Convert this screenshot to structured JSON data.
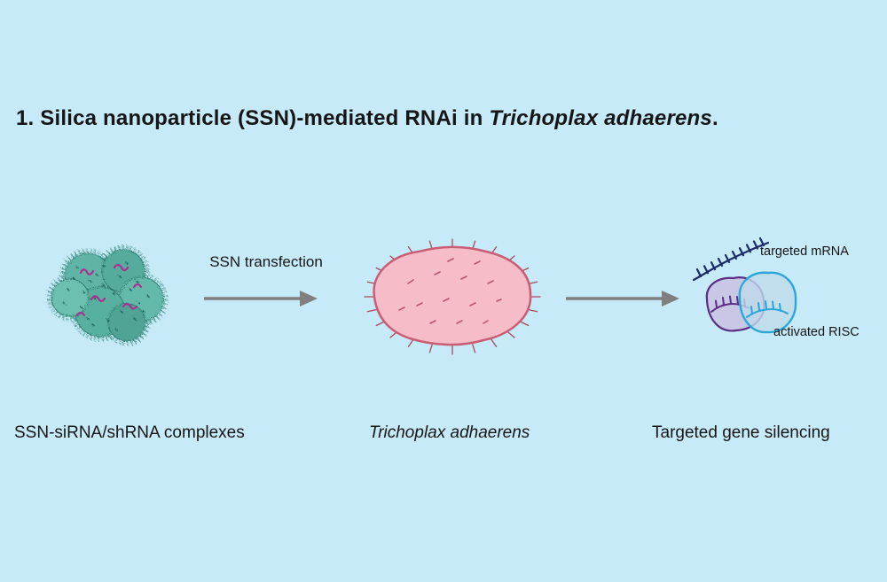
{
  "title": {
    "prefix": "1. Silica nanoparticle (SSN)-mediated RNAi in ",
    "species": "Trichoplax adhaerens",
    "suffix": "."
  },
  "flow": {
    "arrow_label": "SSN transfection",
    "captions": {
      "step1": "SSN-siRNA/shRNA complexes",
      "step2": "Trichoplax adhaerens",
      "step3": "Targeted gene silencing"
    },
    "annotations": {
      "mrna": "targeted mRNA",
      "risc": "activated RISC"
    }
  },
  "icons": {
    "ssn_complex": "ssn-complex-illustration",
    "trichoplax": "trichoplax-illustration",
    "risc": "risc-illustration",
    "arrow": "arrow-right-icon"
  },
  "colors": {
    "background": "#c7eaf8",
    "arrow_gray": "#7f7f7f",
    "nanoparticle_teal": "#58b0a0",
    "nanoparticle_speckle": "#1e6055",
    "sirna_magenta": "#ad2f91",
    "trichoplax_pink": "#f6bcc8",
    "trichoplax_outline": "#c95d74",
    "mrna_navy": "#1b2a6b",
    "risc_purple": "#5b2d83",
    "risc_lavender": "#c9c7e6",
    "risc_blue_outline": "#2aa7d8",
    "risc_blue_fill": "#bfdbea",
    "text": "#161616"
  }
}
